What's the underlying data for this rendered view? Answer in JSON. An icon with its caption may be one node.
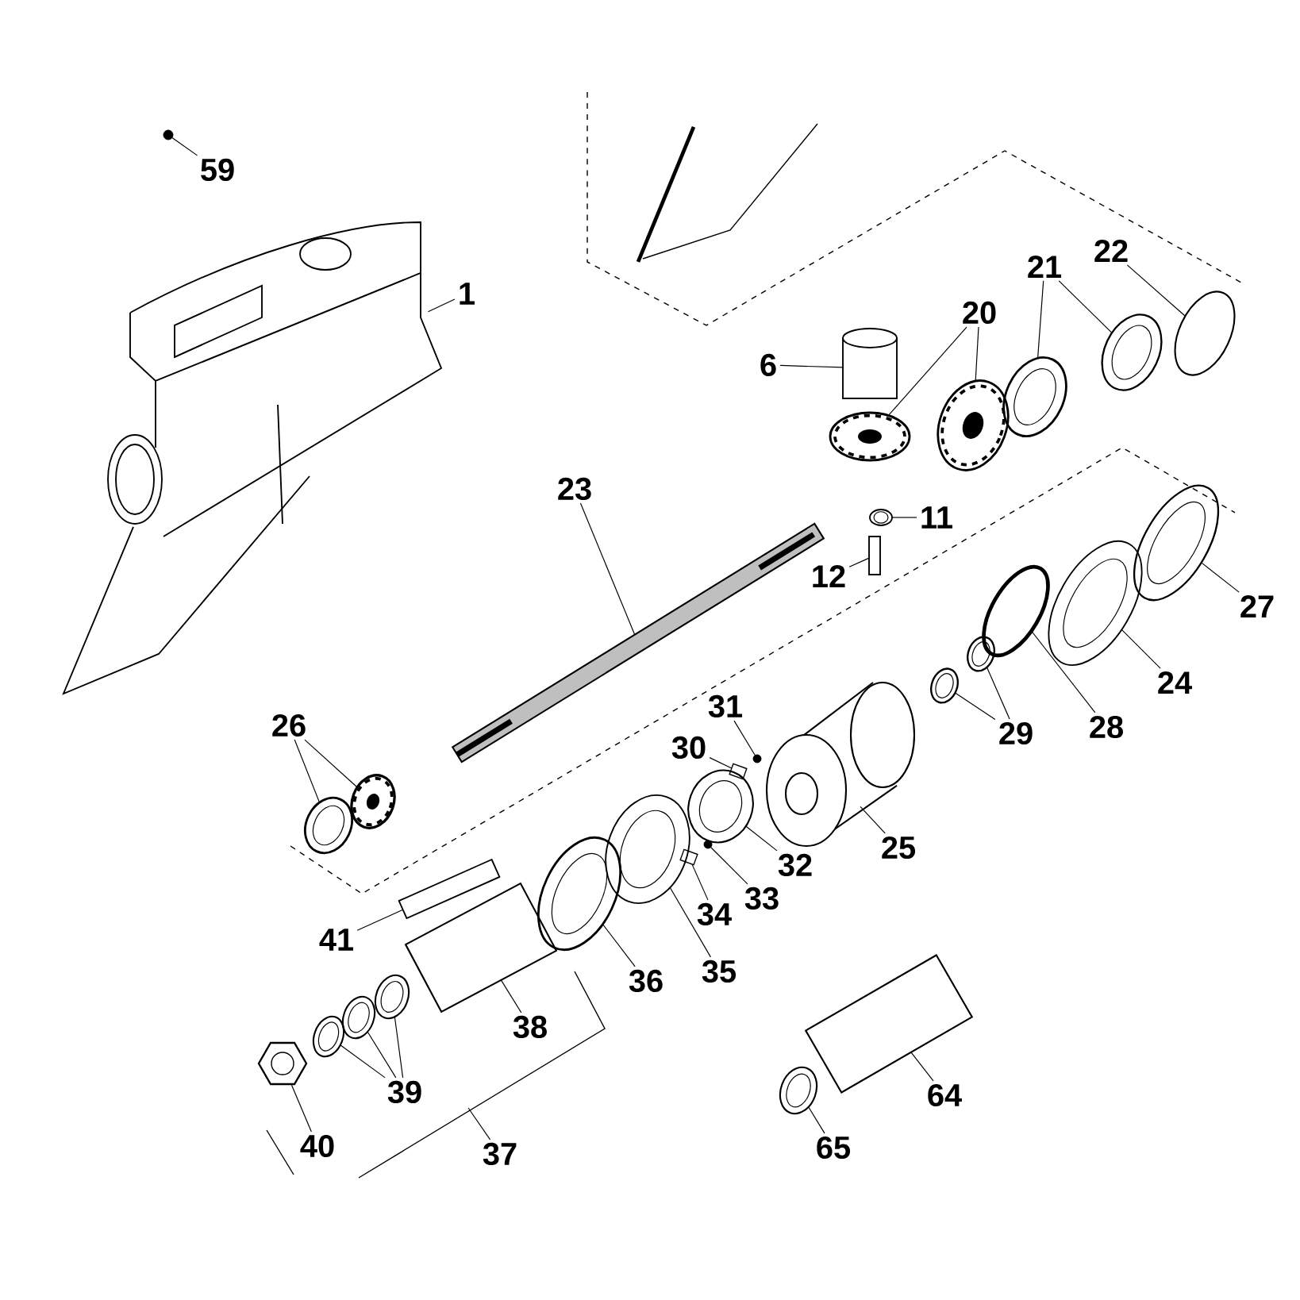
{
  "diagram": {
    "nodes": [
      {
        "text": [
          "59"
        ]
      },
      {
        "text": [],
        "shape": "circle"
      },
      {
        "text": [
          "1"
        ]
      },
      {
        "text": [],
        "shape": "picture"
      },
      {
        "text": [
          "6"
        ]
      },
      {
        "text": [],
        "shape": "cylinder"
      },
      {
        "text": [
          "20"
        ]
      },
      {
        "text": [],
        "shape": "picture"
      },
      {
        "text": [],
        "shape": "picture"
      },
      {
        "text": [
          "21"
        ]
      },
      {
        "text": [],
        "shape": "picture"
      },
      {
        "text": [],
        "shape": "picture"
      },
      {
        "text": [
          "22"
        ]
      },
      {
        "text": [],
        "shape": "picture"
      },
      {
        "text": [
          "23"
        ]
      },
      {
        "text": [],
        "shape": "picture"
      },
      {
        "text": [
          "11"
        ]
      },
      {
        "text": [],
        "shape": "picture"
      },
      {
        "text": [
          "12"
        ]
      },
      {
        "text": [],
        "shape": "bar"
      },
      {
        "text": [
          "27"
        ]
      },
      {
        "text": [],
        "shape": "picture"
      },
      {
        "text": [
          "24"
        ]
      },
      {
        "text": [],
        "shape": "picture"
      },
      {
        "text": [
          "28"
        ]
      },
      {
        "text": [],
        "shape": "picture"
      },
      {
        "text": [
          "29"
        ]
      },
      {
        "text": [],
        "shape": "picture"
      },
      {
        "text": [],
        "shape": "picture"
      },
      {
        "text": [
          "26"
        ]
      },
      {
        "text": [],
        "shape": "picture"
      },
      {
        "text": [],
        "shape": "picture"
      },
      {
        "text": [
          "31"
        ]
      },
      {
        "text": [],
        "shape": "circle"
      },
      {
        "text": [
          "30"
        ]
      },
      {
        "text": [],
        "shape": "picture"
      },
      {
        "text": [
          "25"
        ]
      },
      {
        "text": [],
        "shape": "picture"
      },
      {
        "text": [
          "32"
        ]
      },
      {
        "text": [],
        "shape": "picture"
      },
      {
        "text": [
          "33"
        ]
      },
      {
        "text": [],
        "shape": "circle"
      },
      {
        "text": [
          "34"
        ]
      },
      {
        "text": [],
        "shape": "picture"
      },
      {
        "text": [
          "35"
        ]
      },
      {
        "text": [],
        "shape": "picture"
      },
      {
        "text": [
          "36"
        ]
      },
      {
        "text": [],
        "shape": "picture"
      },
      {
        "text": [
          "41"
        ]
      },
      {
        "text": [],
        "shape": "picture"
      },
      {
        "text": [
          "38"
        ]
      },
      {
        "text": [],
        "shape": "picture"
      },
      {
        "text": [
          "39"
        ]
      },
      {
        "text": [],
        "shape": "picture"
      },
      {
        "text": [],
        "shape": "picture"
      },
      {
        "text": [],
        "shape": "picture"
      },
      {
        "text": [
          "40"
        ]
      },
      {
        "text": [],
        "shape": "picture"
      },
      {
        "text": [
          "37"
        ]
      },
      {
        "text": [
          "64"
        ]
      },
      {
        "text": [],
        "shape": "picture"
      },
      {
        "text": [
          "65"
        ]
      },
      {
        "text": [],
        "shape": "picture"
      }
    ],
    "edges": [
      {
        "from": 0,
        "to": 1,
        "arrow": "none"
      },
      {
        "from": 2,
        "to": 3,
        "arrow": "none"
      },
      {
        "from": 4,
        "to": 5,
        "arrow": "none"
      },
      {
        "from": 6,
        "to": 7,
        "arrow": "none"
      },
      {
        "from": 6,
        "to": 8,
        "arrow": "none"
      },
      {
        "from": 9,
        "to": 10,
        "arrow": "none"
      },
      {
        "from": 9,
        "to": 11,
        "arrow": "none"
      },
      {
        "from": 12,
        "to": 13,
        "arrow": "none"
      },
      {
        "from": 14,
        "to": 15,
        "arrow": "none"
      },
      {
        "from": 16,
        "to": 17,
        "arrow": "none"
      },
      {
        "from": 18,
        "to": 19,
        "arrow": "none"
      },
      {
        "from": 20,
        "to": 21,
        "arrow": "none"
      },
      {
        "from": 22,
        "to": 23,
        "arrow": "none"
      },
      {
        "from": 24,
        "to": 25,
        "arrow": "none"
      },
      {
        "from": 26,
        "to": 27,
        "arrow": "none"
      },
      {
        "from": 26,
        "to": 28,
        "arrow": "none"
      },
      {
        "from": 29,
        "to": 30,
        "arrow": "none"
      },
      {
        "from": 29,
        "to": 31,
        "arrow": "none"
      },
      {
        "from": 32,
        "to": 33,
        "arrow": "none"
      },
      {
        "from": 34,
        "to": 35,
        "arrow": "none"
      },
      {
        "from": 36,
        "to": 37,
        "arrow": "none"
      },
      {
        "from": 38,
        "to": 39,
        "arrow": "none"
      },
      {
        "from": 40,
        "to": 41,
        "arrow": "none"
      },
      {
        "from": 42,
        "to": 43,
        "arrow": "none"
      },
      {
        "from": 44,
        "to": 45,
        "arrow": "none"
      },
      {
        "from": 46,
        "to": 47,
        "arrow": "none"
      },
      {
        "from": 48,
        "to": 49,
        "arrow": "none"
      },
      {
        "from": 50,
        "to": 51,
        "arrow": "none"
      },
      {
        "from": 52,
        "to": 53,
        "arrow": "none"
      },
      {
        "from": 52,
        "to": 54,
        "arrow": "none"
      },
      {
        "from": 52,
        "to": 55,
        "arrow": "none"
      },
      {
        "from": 56,
        "to": 57,
        "arrow": "none"
      },
      {
        "from": 58,
        "to": null,
        "arrow": "none"
      },
      {
        "from": 59,
        "to": 60,
        "arrow": "none"
      },
      {
        "from": 61,
        "to": 62,
        "arrow": "none"
      }
    ]
  }
}
